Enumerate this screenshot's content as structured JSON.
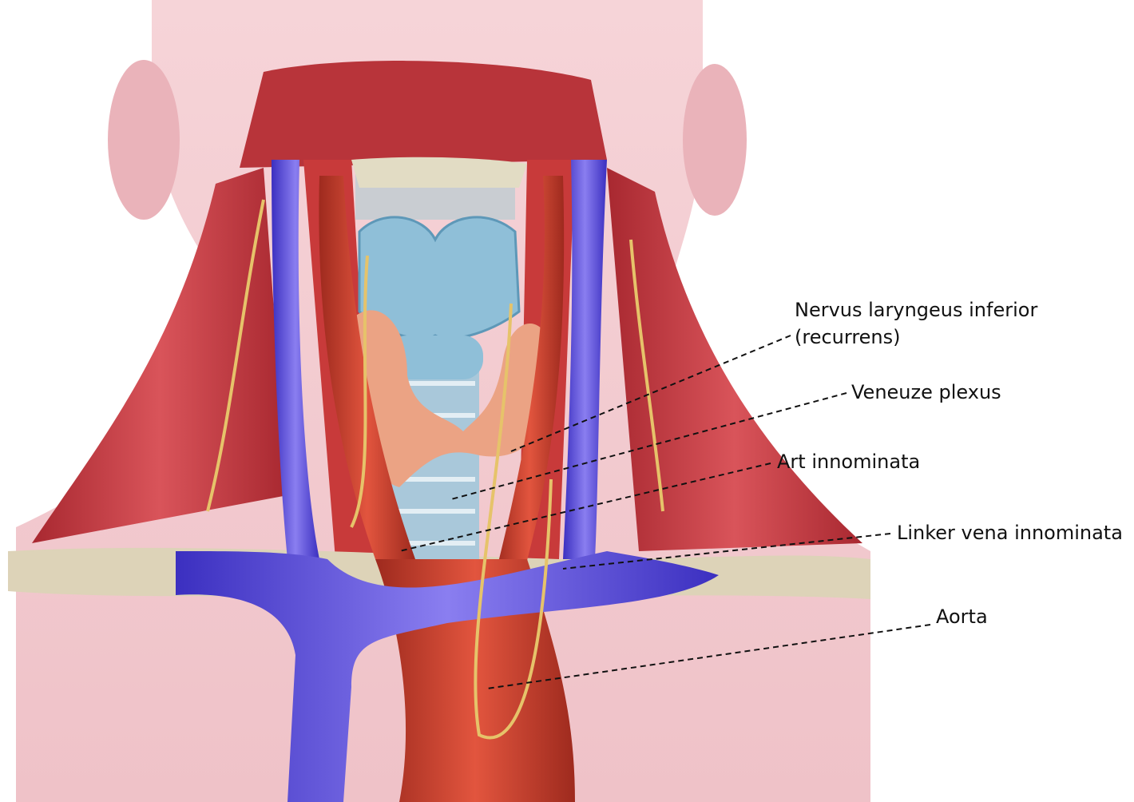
{
  "labels": {
    "nervus_line1": "Nervus laryngeus inferior",
    "nervus_line2": "(recurrens)",
    "veneuze_plexus": "Veneuze plexus",
    "art_innominata": "Art innominata",
    "linker_vena_innominata": "Linker vena innominata",
    "aorta": "Aorta"
  },
  "colors": {
    "skin": "#f1c6cc",
    "muscle": "#c8343a",
    "vein": "#5a4ad0",
    "artery": "#c0392b",
    "thyroid": "#eba384",
    "cartilage": "#8fbfd8",
    "bone": "#ddd3b8",
    "nerve": "#e6c36a"
  }
}
